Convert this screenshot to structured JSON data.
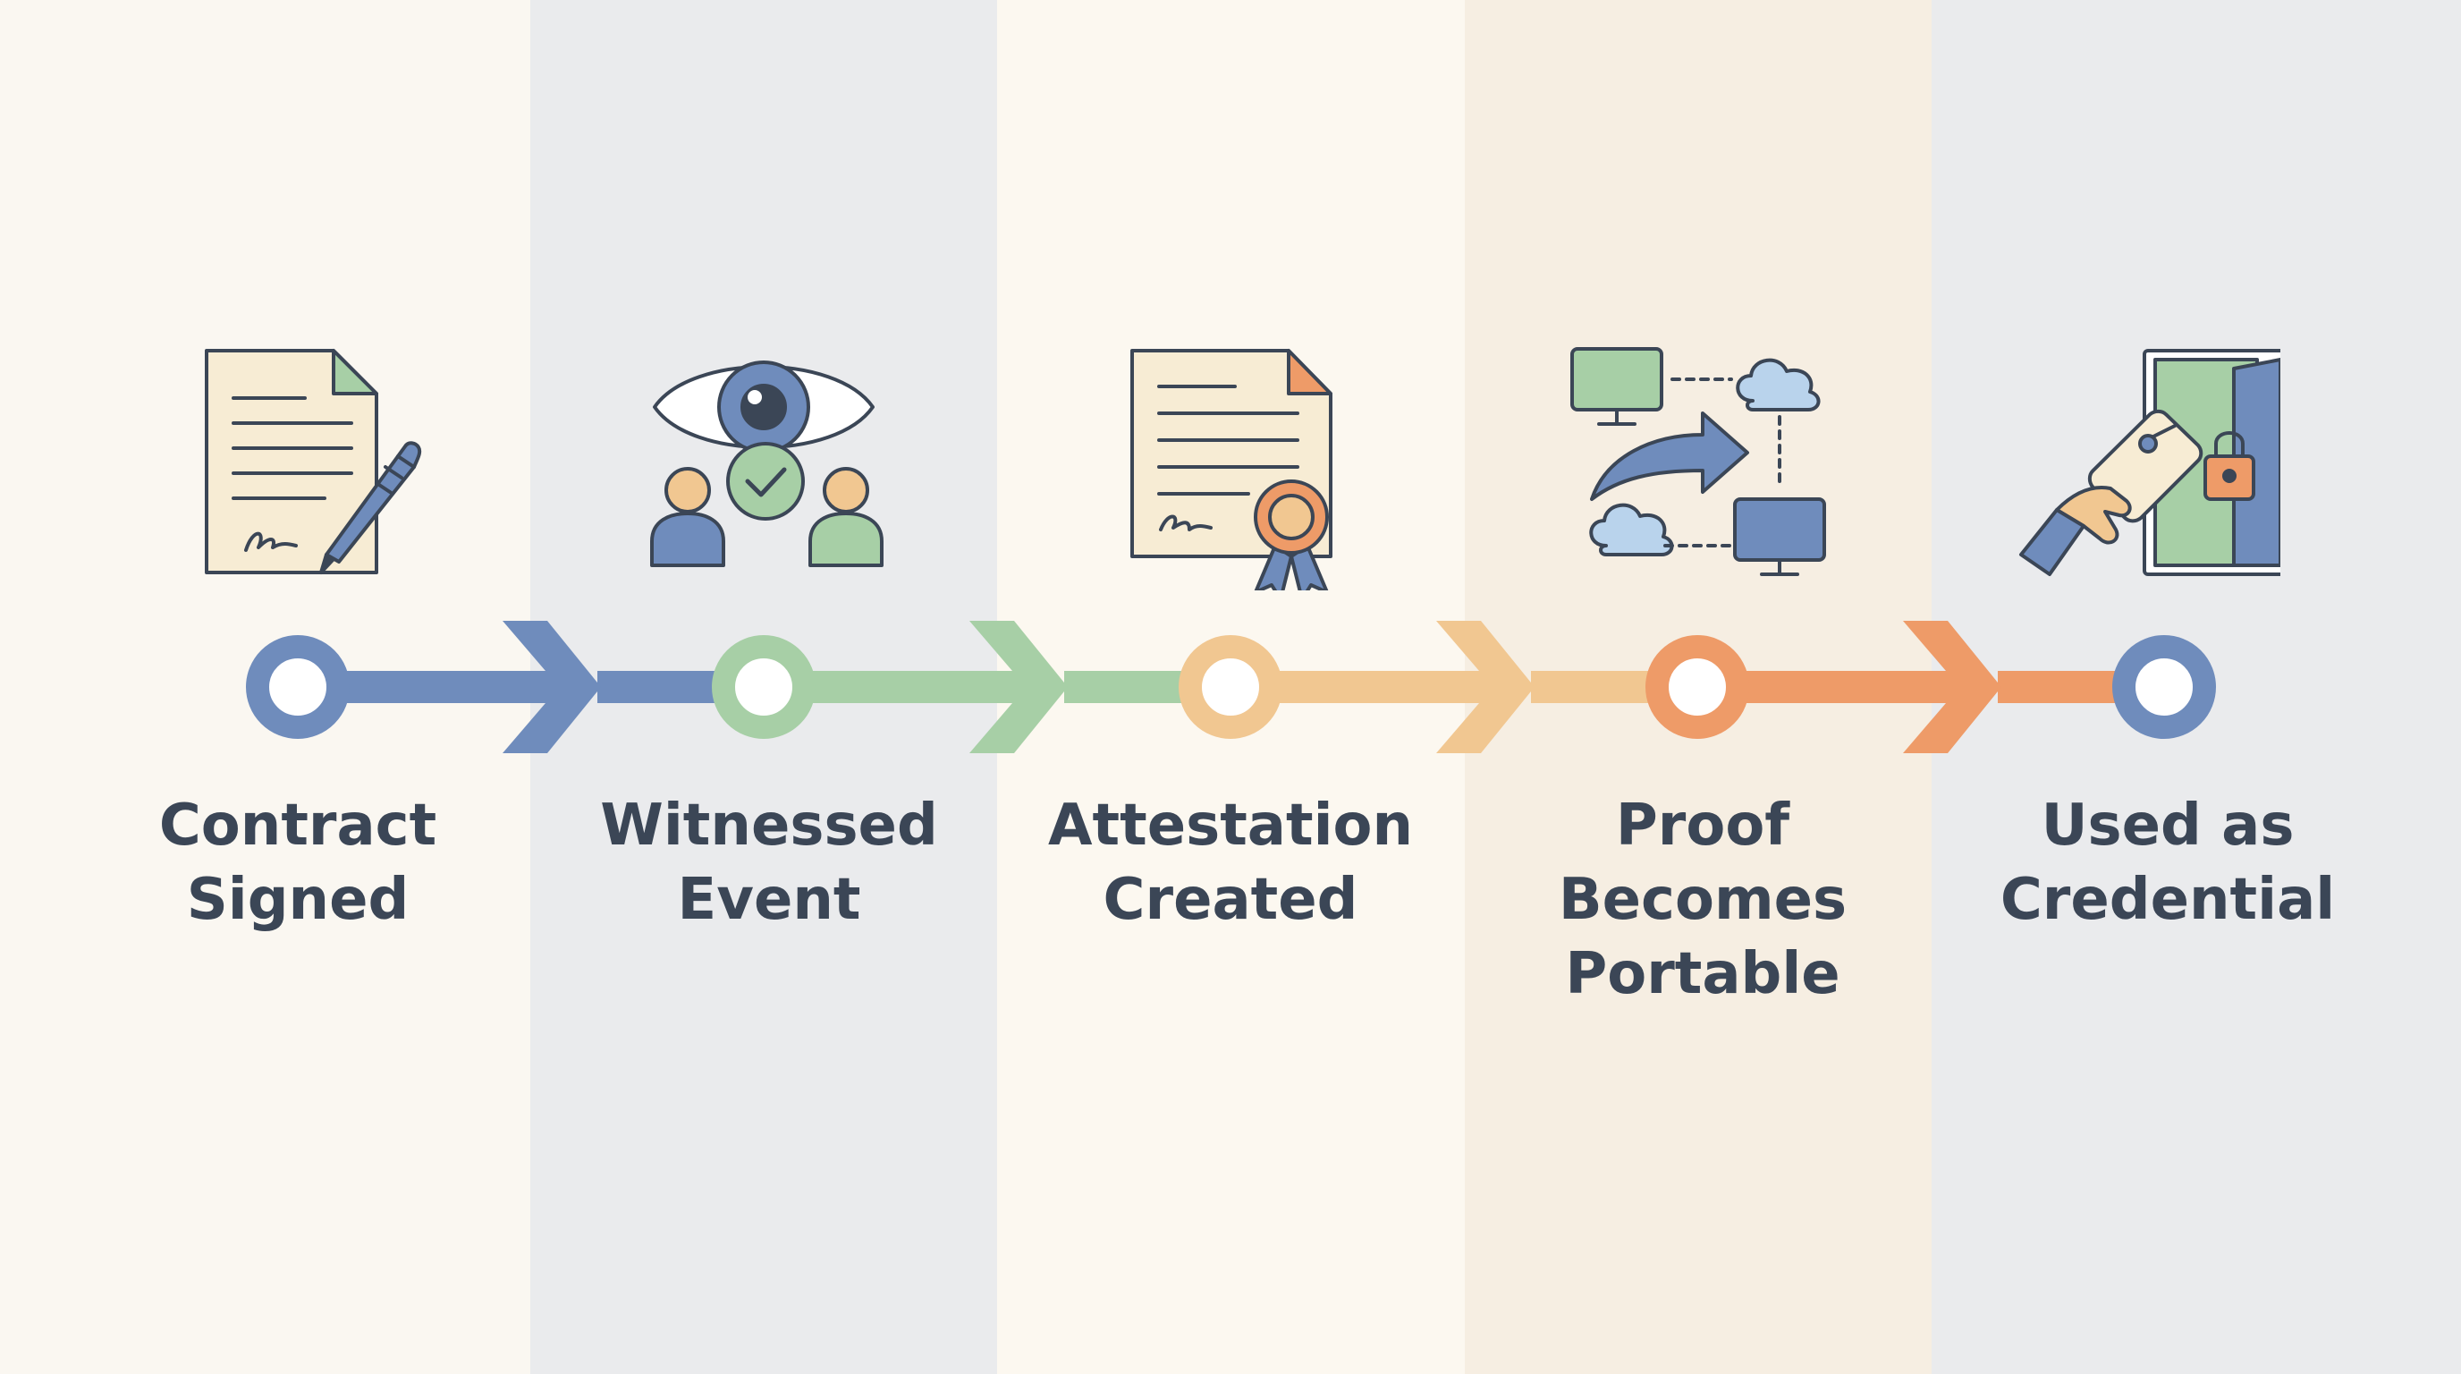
{
  "colors": {
    "outline": "#3b4656",
    "blue": "#6f8cbc",
    "green": "#a7cfa6",
    "peach": "#f1c791",
    "orange": "#ee9b68",
    "band_light": "#faf7f1",
    "band_gray": "#eaebed",
    "band_cream": "#fcf8f0",
    "band_warm": "#f6eee2"
  },
  "steps": [
    {
      "label_lines": [
        "Contract",
        "Signed"
      ],
      "icon": "signed-contract-icon",
      "band_color": "#faf7f1",
      "node_color": "#6f8cbc"
    },
    {
      "label_lines": [
        "Witnessed",
        "Event"
      ],
      "icon": "witness-eye-icon",
      "band_color": "#eaebed",
      "node_color": "#a7cfa6"
    },
    {
      "label_lines": [
        "Attestation",
        "Created"
      ],
      "icon": "certificate-icon",
      "band_color": "#fcf8f0",
      "node_color": "#f1c791"
    },
    {
      "label_lines": [
        "Proof",
        "Becomes",
        "Portable"
      ],
      "icon": "cloud-transfer-icon",
      "band_color": "#f6eee2",
      "node_color": "#ee9b68"
    },
    {
      "label_lines": [
        "Used as",
        "Credential"
      ],
      "icon": "keycard-door-icon",
      "band_color": "#eaebed",
      "node_color": "#6f8cbc"
    }
  ]
}
